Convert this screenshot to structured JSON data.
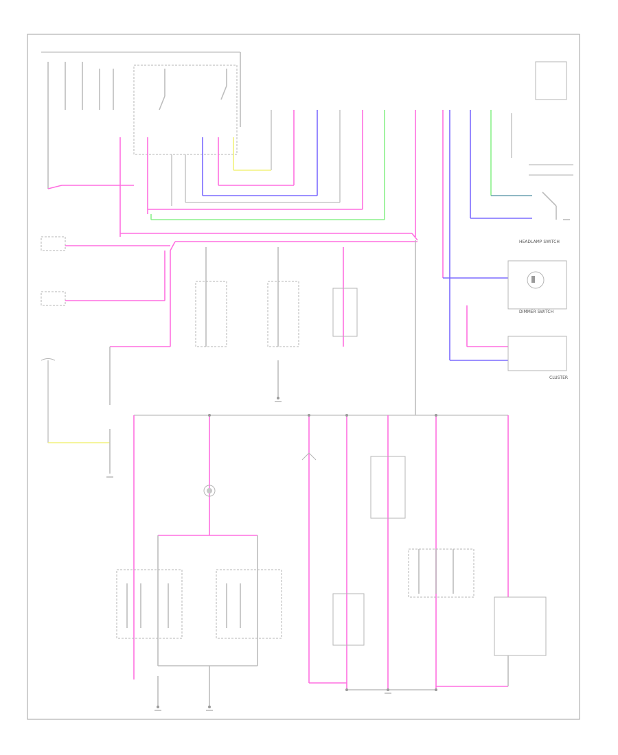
{
  "diagram": {
    "corner_label": "",
    "switches": {
      "headlamp_switch": "HEADLAMP SWITCH",
      "dimmer_switch": "DIMMER SWITCH",
      "cluster": "CLUSTER"
    },
    "ground_labels": {
      "g1": "",
      "g2": "",
      "g3": "",
      "g4": "",
      "g5": ""
    }
  }
}
